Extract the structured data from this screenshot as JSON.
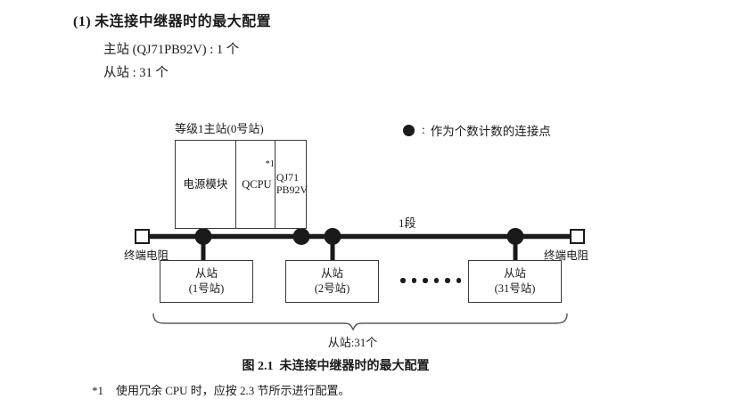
{
  "heading": {
    "number": "(1)",
    "text": "未连接中继器时的最大配置"
  },
  "spec": {
    "master": "主站 (QJ71PB92V) : 1 个",
    "slave": "从站 : 31 个"
  },
  "legend": {
    "icon": "filled-circle-icon",
    "colon": ":",
    "text": "作为个数计数的连接点"
  },
  "diagram": {
    "rack_label": "等级1主站(0号站)",
    "rack": {
      "power_module": "电源模块",
      "cpu": "QCPU",
      "cpu_note": "*1",
      "master_module_line1": "QJ71",
      "master_module_line2": "PB92V"
    },
    "segment_label": "1段",
    "terminal_resistor_left": "终端电阻",
    "terminal_resistor_right": "终端电阻",
    "slaves": [
      {
        "name": "从站",
        "station": "(1号站)"
      },
      {
        "name": "从站",
        "station": "(2号站)"
      },
      {
        "name": "从站",
        "station": "(31号站)"
      }
    ],
    "ellipsis_dot_count": 6,
    "brace_caption": "从站:31个"
  },
  "figure_caption": {
    "number": "图 2.1",
    "text": "未连接中继器时的最大配置"
  },
  "footnote": {
    "mark": "*1",
    "text": "使用冗余 CPU 时，应按 2.3 节所示进行配置。"
  }
}
